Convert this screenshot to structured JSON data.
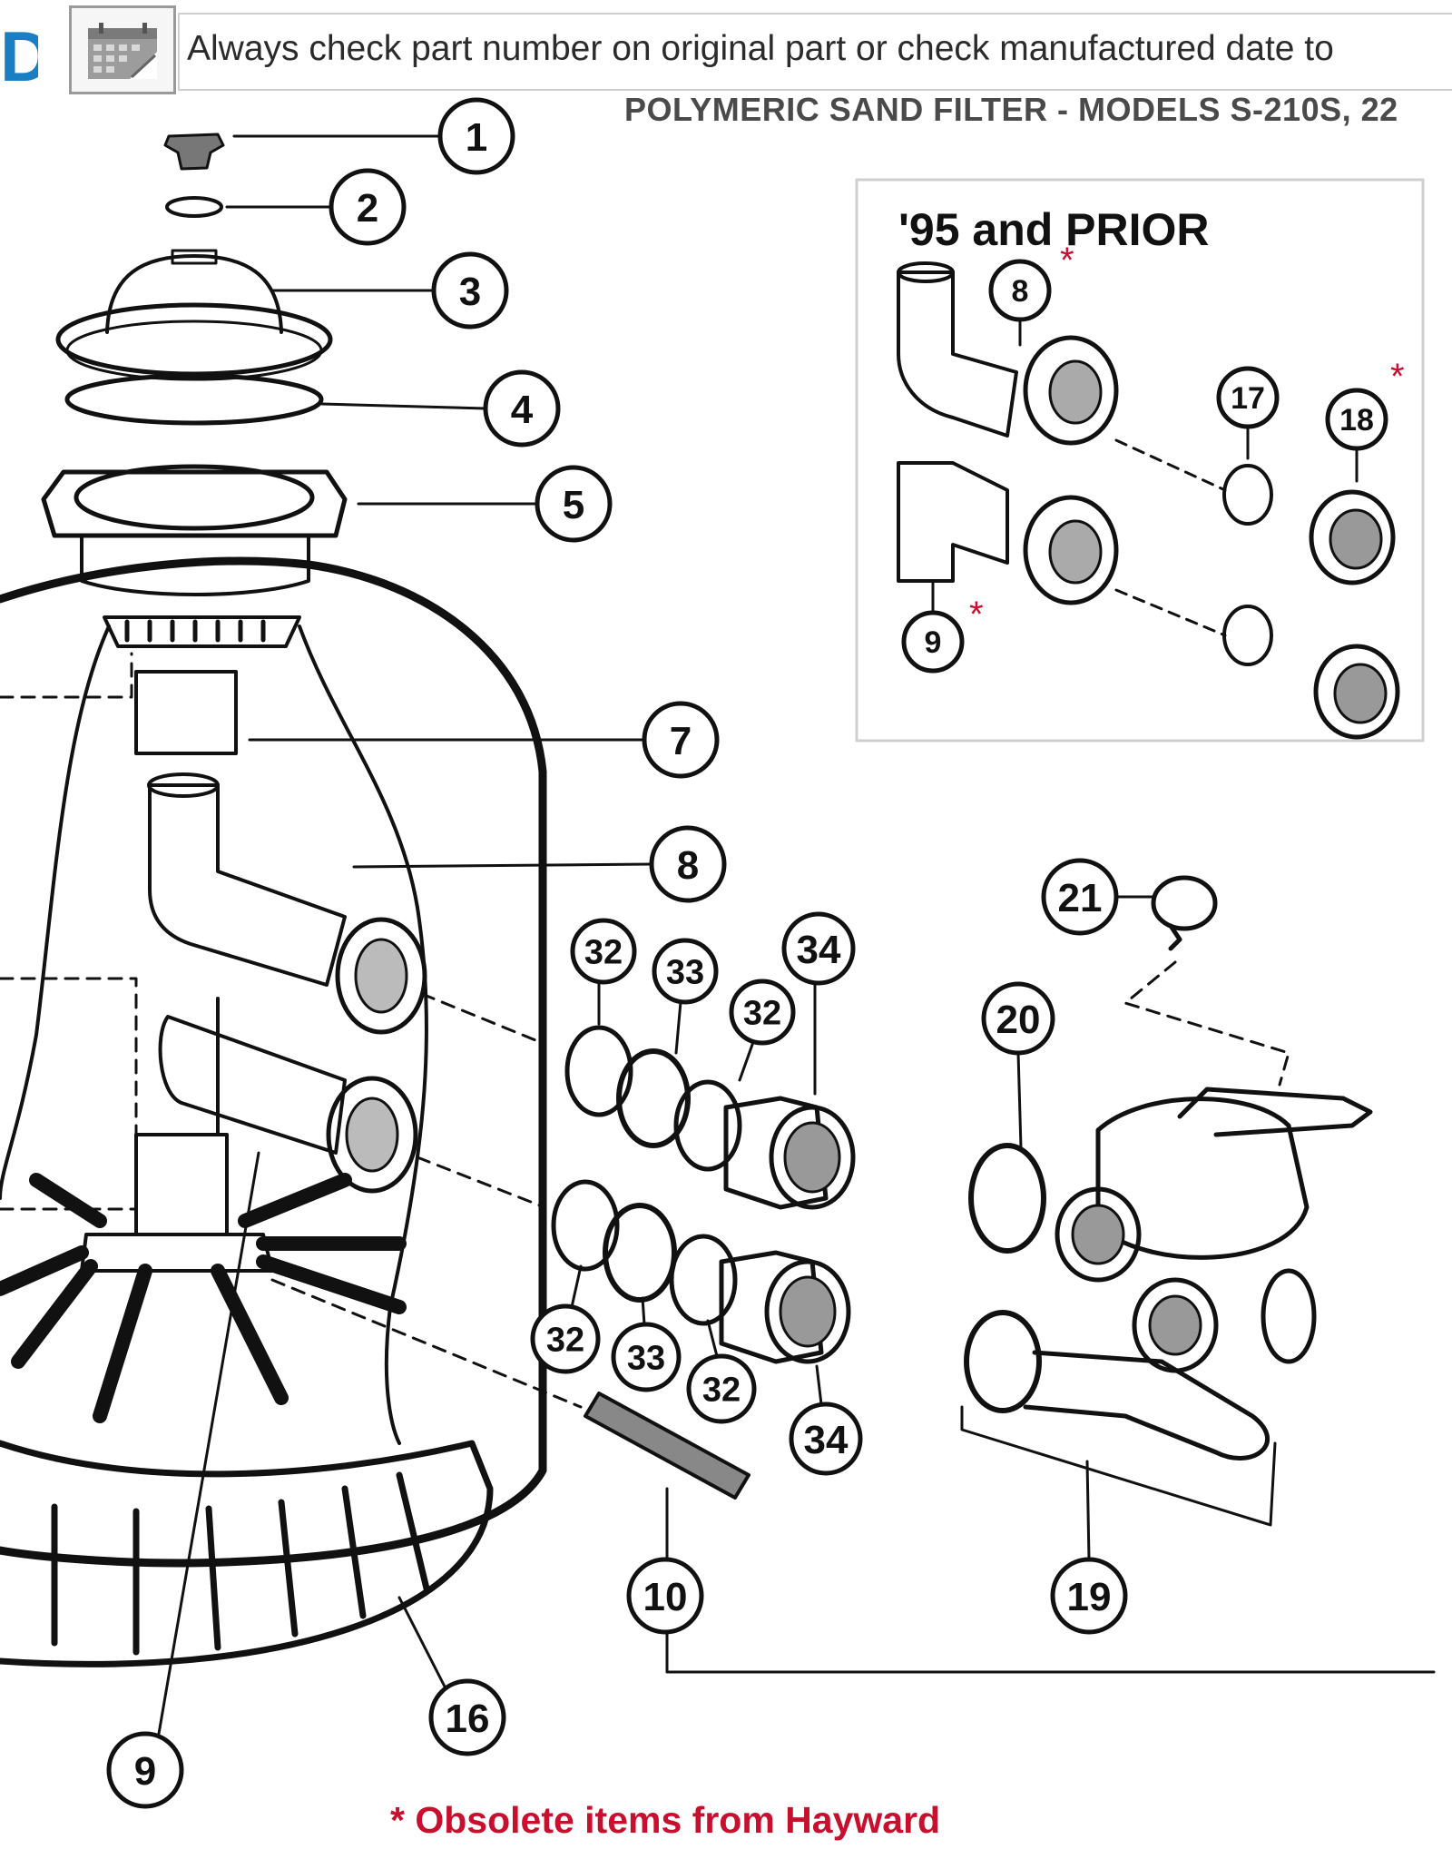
{
  "header": {
    "brand_glyph": "D",
    "calendar_icon": "calendar-icon",
    "notice": "Always check part number on original part or check manufactured date to",
    "title": "POLYMERIC SAND FILTER - MODELS S-210S, 22"
  },
  "inset": {
    "title": "'95 and PRIOR",
    "callouts": [
      "8",
      "9",
      "17",
      "18"
    ],
    "obsolete_marks": [
      "8",
      "9",
      "18"
    ]
  },
  "callouts": [
    "1",
    "2",
    "3",
    "4",
    "5",
    "7",
    "8",
    "32",
    "33",
    "32",
    "34",
    "32",
    "33",
    "32",
    "34",
    "21",
    "20",
    "10",
    "19",
    "16",
    "9"
  ],
  "footnote": "* Obsolete items from Hayward",
  "colors": {
    "line": "#111111",
    "asterisk": "#c8102e",
    "brand": "#1a7fc2"
  }
}
